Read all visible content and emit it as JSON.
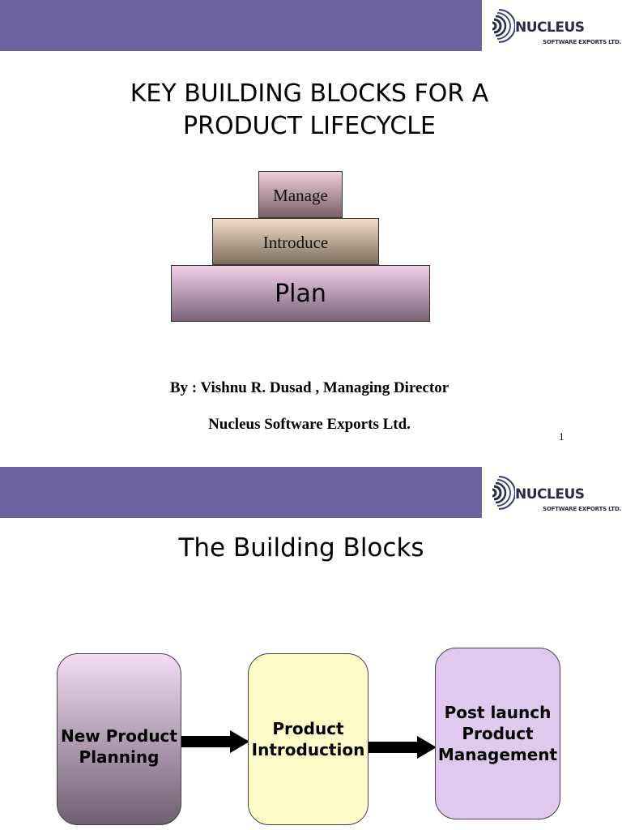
{
  "logo": {
    "name": "NUCLEUS",
    "sub": "SOFTWARE EXPORTS LTD."
  },
  "slide1": {
    "title": "KEY BUILDING BLOCKS FOR A\nPRODUCT LIFECYCLE",
    "blocks": {
      "manage": "Manage",
      "introduce": "Introduce",
      "plan": "Plan"
    },
    "byline": "By : Vishnu R. Dusad , Managing Director",
    "company": "Nucleus Software Exports Ltd.",
    "page_number": "1"
  },
  "slide2": {
    "title": "The Building Blocks",
    "boxes": [
      {
        "label": "New Product\nPlanning"
      },
      {
        "label": "Product\nIntroduction"
      },
      {
        "label": "Post launch\nProduct\nManagement"
      }
    ]
  },
  "colors": {
    "header_band": "#6b63a0",
    "logo_ink": "#2a2a4e"
  }
}
